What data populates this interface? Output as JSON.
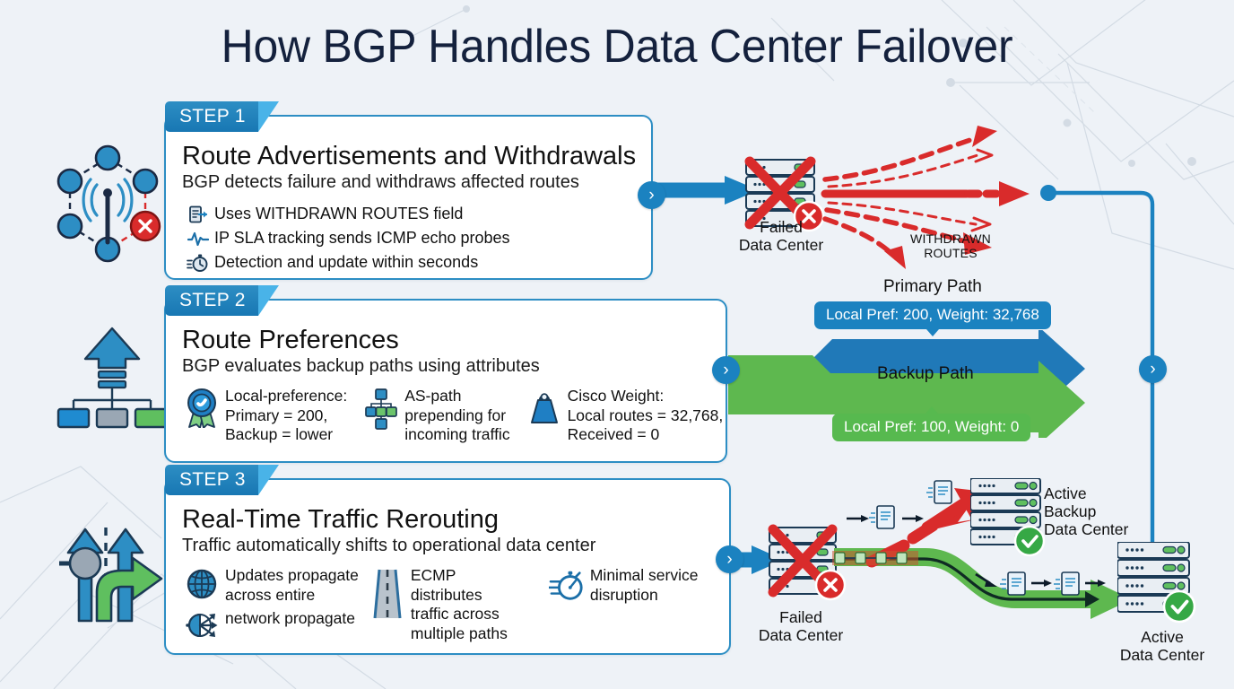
{
  "page": {
    "title": "How BGP Handles Data Center Failover",
    "background_color": "#eef2f7",
    "accent_blue": "#1b82c0",
    "accent_green": "#57b94f",
    "accent_red": "#d92b2b",
    "title_color": "#14213d"
  },
  "steps": [
    {
      "badge": "STEP 1",
      "title": "Route Advertisements and Withdrawals",
      "subtitle": "BGP detects failure and withdraws affected routes",
      "bullets": [
        {
          "icon": "document-export-icon",
          "text": "Uses WITHDRAWN ROUTES field"
        },
        {
          "icon": "pulse-line-icon",
          "text": "IP SLA tracking sends ICMP echo probes"
        },
        {
          "icon": "stopwatch-icon",
          "text": "Detection and update within seconds"
        }
      ],
      "left_icon": "network-topology-failure-icon"
    },
    {
      "badge": "STEP 2",
      "title": "Route Preferences",
      "subtitle": "BGP evaluates backup paths using attributes",
      "features": [
        {
          "icon": "award-ribbon-icon",
          "lines": [
            "Local-preference:",
            "Primary = 200,",
            "Backup = lower"
          ]
        },
        {
          "icon": "as-path-tree-icon",
          "lines": [
            "AS-path",
            "prepending for",
            "incoming traffic"
          ]
        },
        {
          "icon": "weight-icon",
          "lines": [
            "Cisco Weight:",
            "Local routes = 32,768,",
            "Received = 0"
          ]
        }
      ],
      "left_icon": "priority-routing-icon"
    },
    {
      "badge": "STEP 3",
      "title": "Real-Time Traffic Rerouting",
      "subtitle": "Traffic automatically shifts to operational data center",
      "features": [
        {
          "icon": "globe-icon",
          "lines": [
            "Updates propagate",
            "across entire"
          ]
        },
        {
          "icon": "broadcast-node-icon",
          "lines": [
            "network propagate"
          ]
        },
        {
          "icon": "road-icon",
          "lines": [
            "ECMP",
            "distributes",
            "traffic across",
            "multiple paths"
          ]
        },
        {
          "icon": "stopwatch-fast-icon",
          "lines": [
            "Minimal service",
            "disruption"
          ]
        }
      ],
      "left_icon": "traffic-reroute-icon"
    }
  ],
  "graphics": {
    "step1": {
      "failed_dc_caption_line1": "Failed",
      "failed_dc_caption_line2": "Data Center",
      "withdrawn_label_line1": "WITHDRAWN",
      "withdrawn_label_line2": "ROUTES"
    },
    "step2": {
      "primary_path_label": "Primary Path",
      "backup_path_label": "Backup Path",
      "primary_tag": "Local Pref: 200, Weight: 32,768",
      "backup_tag": "Local Pref: 100, Weight: 0"
    },
    "step3": {
      "failed_dc_caption_line1": "Failed",
      "failed_dc_caption_line2": "Data Center",
      "active_backup_caption_line1": "Active",
      "active_backup_caption_line2": "Backup",
      "active_backup_caption_line3": "Data Center",
      "active_caption_line1": "Active",
      "active_caption_line2": "Data Center"
    }
  },
  "chevrons": {
    "glyph": "›"
  }
}
